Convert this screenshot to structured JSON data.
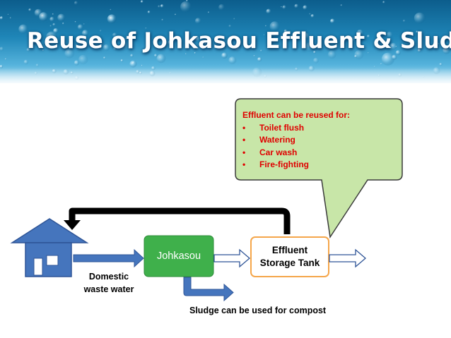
{
  "slide": {
    "title": "Reuse of Johkasou Effluent & Sludge"
  },
  "callout": {
    "heading": "Effluent can be reused  for:",
    "bullet_symbol": "•",
    "items": [
      "Toilet flush",
      "Watering",
      "Car wash",
      "Fire-fighting"
    ],
    "text_color": "#e00000",
    "fill_color": "#c8e6a8"
  },
  "nodes": {
    "house_icon": "house-icon",
    "johkasou": "Johkasou",
    "storage_tank": {
      "line1": "Effluent",
      "line2": "Storage Tank"
    }
  },
  "labels": {
    "domestic_line1": "Domestic",
    "domestic_line2": "waste water",
    "sludge": "Sludge can be used for compost"
  },
  "colors": {
    "house": "#4575bd",
    "johkasou": "#3fb04b",
    "tank_border": "#f5a64a",
    "flow_arrow": "#4575bd",
    "return_arrow": "#000000"
  }
}
